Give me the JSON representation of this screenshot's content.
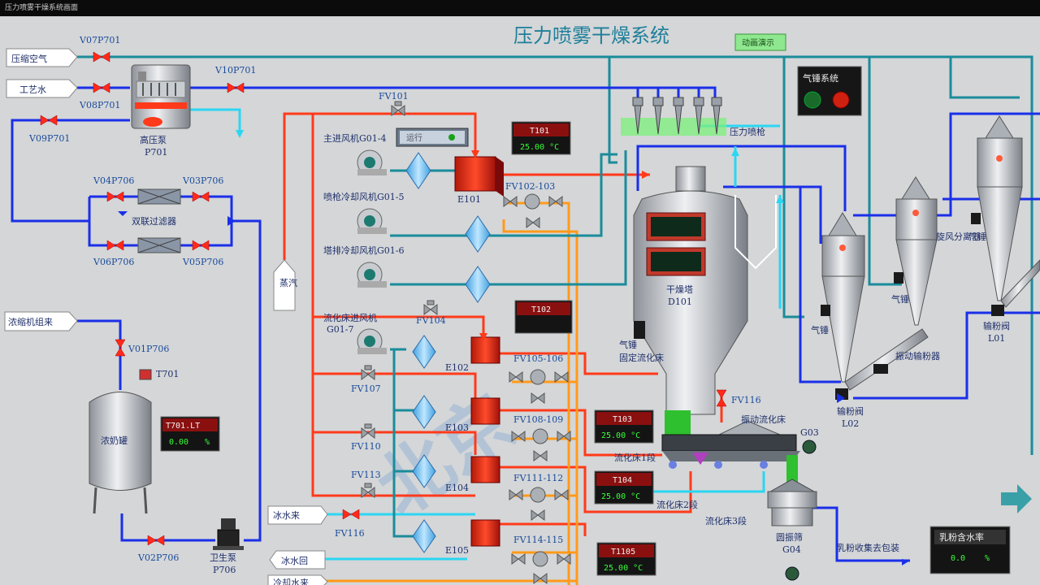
{
  "window_title": "压力喷雾干燥系统画面",
  "title": "压力喷雾干燥系统",
  "anim_button": "动画演示",
  "inlets": {
    "air": "压缩空气",
    "water": "工艺水",
    "material": "浓缩机组来"
  },
  "valves": {
    "v07": "V07P701",
    "v08": "V08P701",
    "v10": "V10P701",
    "v09": "V09P701",
    "v04": "V04P706",
    "v03": "V03P706",
    "v06": "V06P706",
    "v05": "V05P706",
    "v01": "V01P706",
    "v02": "V02P706",
    "fv101": "FV101",
    "fv104": "FV104",
    "fv107": "FV107",
    "fv110": "FV110",
    "fv113": "FV113",
    "fv116a": "FV116",
    "fv116b": "FV116",
    "fv102": "FV102-103",
    "fv105": "FV105-106",
    "fv108": "FV108-109",
    "fv111": "FV111-112",
    "fv114": "FV114-115"
  },
  "equipment": {
    "pump": "高压泵",
    "pump_id": "P701",
    "filter": "双联过滤器",
    "tank": "浓奶罐",
    "tank_level": "T701.LT",
    "tank_level_value": "0.00",
    "tank_level_unit": "%",
    "tank_temp": "T701",
    "feed_pump": "卫生泵",
    "feed_pump_id": "P706",
    "fan1": "主进风机G01-4",
    "fan1_status": "运行",
    "fan2": "喷枪冷却风机G01-5",
    "fan3": "塔排冷却风机G01-6",
    "fan4": "流化床进风机",
    "fan4_id": "G01-7",
    "steam": "蒸汽",
    "e101": "E101",
    "e102": "E102",
    "e103": "E103",
    "e104": "E104",
    "e105": "E105",
    "nozzle": "压力喷枪",
    "tower": "干燥塔",
    "tower_id": "D101",
    "fixed_bed": "固定流化床",
    "vib_bed": "振动流化床",
    "g03": "G03",
    "sieve": "圆振筛",
    "sieve_id": "G04",
    "collect": "乳粉收集去包装",
    "moisture": "乳粉含水率",
    "moisture_value": "0.0",
    "moisture_unit": "%",
    "cyclone_sep": "旋风分离器",
    "vib_conveyor": "振动输粉器",
    "valve_l02": "输粉阀",
    "valve_l02_id": "L02",
    "valve_l01": "输粉阀",
    "valve_l01_id": "L01",
    "air_hammer": "气锤",
    "air_hammer_sys": "气锤系统",
    "ice_in": "冰水来",
    "ice_back": "冰水回",
    "cool_in": "冷却水来",
    "bed1": "流化床1段",
    "bed2": "流化床2段",
    "bed3": "流化床3段"
  },
  "readouts": {
    "t101": "T101",
    "t101v": "25.00 °C",
    "t102": "T102",
    "t103": "T103",
    "t103v": "25.00 °C",
    "t104": "T104",
    "t104v": "25.00 °C",
    "t105": "T1105",
    "t105v": "25.00 °C"
  },
  "watermark": "北京",
  "colors": {
    "hot": "#ff3a1a",
    "cold": "#1a2fe8",
    "cyan": "#2bd6f2",
    "teal": "#1a8c9a",
    "orange": "#ff9a1a"
  }
}
